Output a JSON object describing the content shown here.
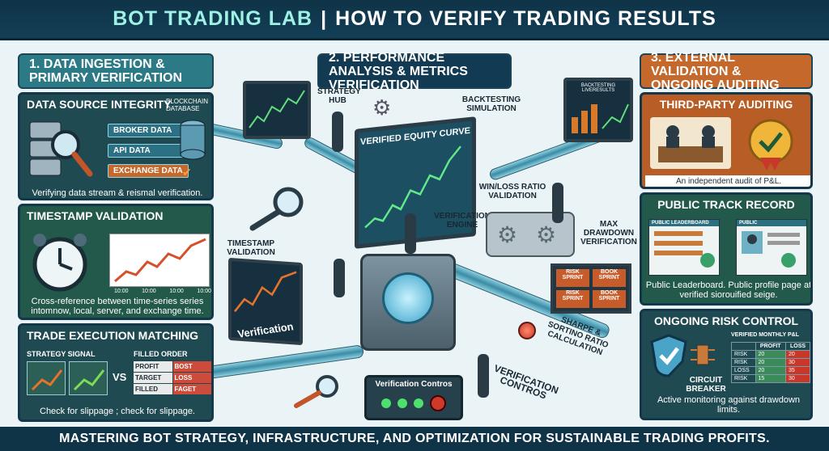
{
  "header": {
    "brand": "BOT TRADING LAB",
    "separator": "|",
    "title": "HOW TO VERIFY TRADING RESULTS"
  },
  "footer": {
    "text": "MASTERING BOT STRATEGY, INFRASTRUCTURE, AND OPTIMIZATION FOR SUSTAINABLE TRADING PROFITS."
  },
  "section1": {
    "heading": "1. DATA INGESTION & PRIMARY VERIFICATION",
    "data_source": {
      "title": "DATA SOURCE INTEGRITY",
      "blockchain_label": "BLOCKCHAIN DATABASE",
      "tags": [
        "BROKER DATA",
        "API DATA",
        "EXCHANGE DATA"
      ],
      "caption": "Verifying data stream & reismal verification."
    },
    "timestamp": {
      "title": "TIMESTAMP VALIDATION",
      "ticks": [
        "10:00",
        "10:00",
        "10:00",
        "10:00"
      ],
      "caption": "Cross-reference between time-series series intomnow, local, server, and exchange time."
    },
    "trade_matching": {
      "title": "TRADE EXECUTION MATCHING",
      "signal_label": "STRATEGY SIGNAL",
      "vs": "VS",
      "filled_label": "FILLED ORDER",
      "rows": [
        [
          "PROFIT",
          "BOST"
        ],
        [
          "TARGET",
          "LOSS"
        ],
        [
          "FILLED",
          "FAGET"
        ]
      ],
      "caption": "Check for slippage ; check for slippage."
    }
  },
  "section2": {
    "heading": "2. PERFORMANCE ANALYSIS & METRICS VERIFICATION",
    "labels": {
      "strategy_hub": "STRATEGY HUB",
      "backtesting": "BACKTESTING SIMULATION",
      "equity_curve": "Verified Equity Curve",
      "win_loss": "WIN/LOSS RATIO VALIDATION",
      "verification_engine": "VERIFICATION ENGINE",
      "timestamp_validation": "TIMESTAMP VALIDATION",
      "max_drawdown": "MAX DRAWDOWN VERIFICATION",
      "verification_screen": "Verification",
      "sharpe": "SHARPE & SORTINO RATIO CALCULATION",
      "verification_controls_label": "VERIFICATION CONTROS",
      "backtest_screen": "BACKTESTING LIVERESULTS",
      "mini_cards": [
        "RISK SPRINT",
        "BOOK SPRINT",
        "RISK SPRINT",
        "BOOK SPRINT"
      ]
    },
    "controls_panel": {
      "title": "Verification Contros"
    }
  },
  "section3": {
    "heading": "3. EXTERNAL VALIDATION & ONGOING AUDITING",
    "auditing": {
      "title": "THIRD-PARTY AUDITING",
      "caption": "An independent audit of P&L."
    },
    "track_record": {
      "title": "PUBLIC TRACK RECORD",
      "leaderboard_label": "PUBLIC LEADERBOARD",
      "profile_label": "PUBLIC",
      "caption": "Public Leaderboard. Public profile page at verified siorouified seige."
    },
    "risk_control": {
      "title": "ONGOING RISK CONTROL",
      "breaker_label": "CIRCUIT BREAKER",
      "table_title": "VERIFIED MONTHLY P&L",
      "table_headers": [
        "",
        "PROFIT",
        "LOSS"
      ],
      "table_rows": [
        [
          "RISK",
          "20",
          "20"
        ],
        [
          "RISK",
          "20",
          "30"
        ],
        [
          "LOSS",
          "20",
          "35"
        ],
        [
          "RISK",
          "15",
          "30"
        ]
      ],
      "caption": "Active monitoring against drawdown limits."
    }
  },
  "colors": {
    "navy": "#0f3347",
    "teal": "#2b7a86",
    "orange": "#c4692b",
    "green_panel": "#23594a",
    "accent_red": "#c8372a"
  }
}
